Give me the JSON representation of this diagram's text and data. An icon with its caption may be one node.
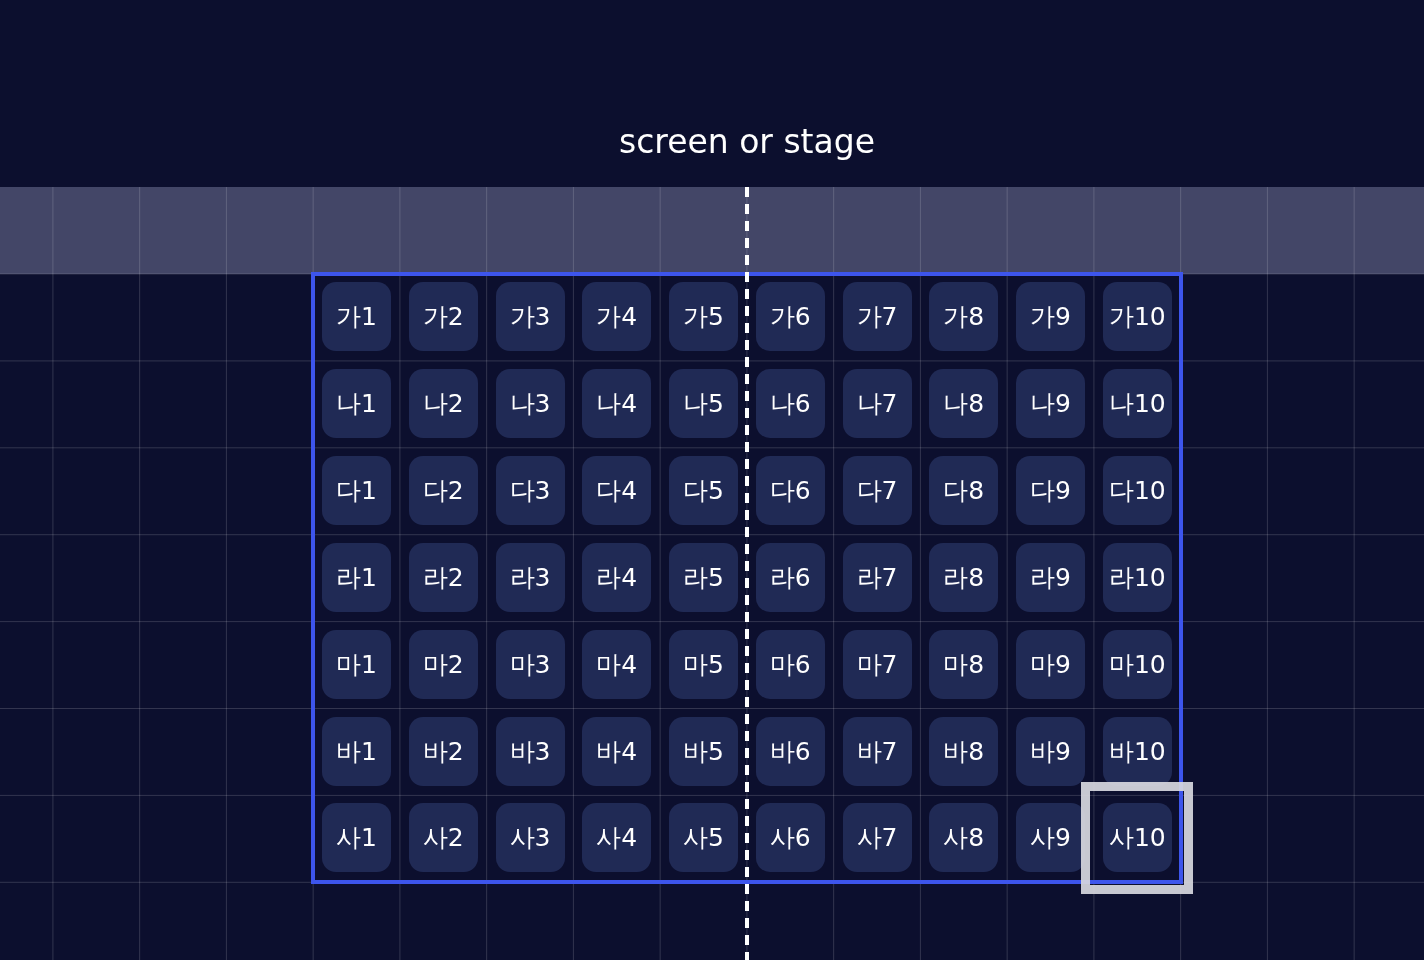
{
  "diagram": {
    "nodes": [
      {
        "text": [
          "screen or stage"
        ]
      },
      {
        "text": [
          "가1"
        ]
      },
      {
        "text": [
          "가2"
        ]
      },
      {
        "text": [
          "가3"
        ]
      },
      {
        "text": [
          "가4"
        ]
      },
      {
        "text": [
          "가5"
        ]
      },
      {
        "text": [
          "가6"
        ]
      },
      {
        "text": [
          "가7"
        ]
      },
      {
        "text": [
          "가8"
        ]
      },
      {
        "text": [
          "가9"
        ]
      },
      {
        "text": [
          "가10"
        ]
      },
      {
        "text": [
          "나1"
        ]
      },
      {
        "text": [
          "나2"
        ]
      },
      {
        "text": [
          "나3"
        ]
      },
      {
        "text": [
          "나4"
        ]
      },
      {
        "text": [
          "나5"
        ]
      },
      {
        "text": [
          "나6"
        ]
      },
      {
        "text": [
          "나7"
        ]
      },
      {
        "text": [
          "나8"
        ]
      },
      {
        "text": [
          "나9"
        ]
      },
      {
        "text": [
          "나10"
        ]
      },
      {
        "text": [
          "다1"
        ]
      },
      {
        "text": [
          "다2"
        ]
      },
      {
        "text": [
          "다3"
        ]
      },
      {
        "text": [
          "다4"
        ]
      },
      {
        "text": [
          "다5"
        ]
      },
      {
        "text": [
          "다6"
        ]
      },
      {
        "text": [
          "다7"
        ]
      },
      {
        "text": [
          "다8"
        ]
      },
      {
        "text": [
          "다9"
        ]
      },
      {
        "text": [
          "다10"
        ]
      },
      {
        "text": [
          "라1"
        ]
      },
      {
        "text": [
          "라2"
        ]
      },
      {
        "text": [
          "라3"
        ]
      },
      {
        "text": [
          "라4"
        ]
      },
      {
        "text": [
          "라5"
        ]
      },
      {
        "text": [
          "라6"
        ]
      },
      {
        "text": [
          "라7"
        ]
      },
      {
        "text": [
          "라8"
        ]
      },
      {
        "text": [
          "라9"
        ]
      },
      {
        "text": [
          "라10"
        ]
      },
      {
        "text": [
          "마1"
        ]
      },
      {
        "text": [
          "마2"
        ]
      },
      {
        "text": [
          "마3"
        ]
      },
      {
        "text": [
          "마4"
        ]
      },
      {
        "text": [
          "마5"
        ]
      },
      {
        "text": [
          "마6"
        ]
      },
      {
        "text": [
          "마7"
        ]
      },
      {
        "text": [
          "마8"
        ]
      },
      {
        "text": [
          "마9"
        ]
      },
      {
        "text": [
          "마10"
        ]
      },
      {
        "text": [
          "바1"
        ]
      },
      {
        "text": [
          "바2"
        ]
      },
      {
        "text": [
          "바3"
        ]
      },
      {
        "text": [
          "바4"
        ]
      },
      {
        "text": [
          "바5"
        ]
      },
      {
        "text": [
          "바6"
        ]
      },
      {
        "text": [
          "바7"
        ]
      },
      {
        "text": [
          "바8"
        ]
      },
      {
        "text": [
          "바9"
        ]
      },
      {
        "text": [
          "바10"
        ]
      },
      {
        "text": [
          "사1"
        ]
      },
      {
        "text": [
          "사2"
        ]
      },
      {
        "text": [
          "사3"
        ]
      },
      {
        "text": [
          "사4"
        ]
      },
      {
        "text": [
          "사5"
        ]
      },
      {
        "text": [
          "사6"
        ]
      },
      {
        "text": [
          "사7"
        ]
      },
      {
        "text": [
          "사8"
        ]
      },
      {
        "text": [
          "사9"
        ]
      },
      {
        "text": [
          "사10"
        ]
      }
    ]
  }
}
